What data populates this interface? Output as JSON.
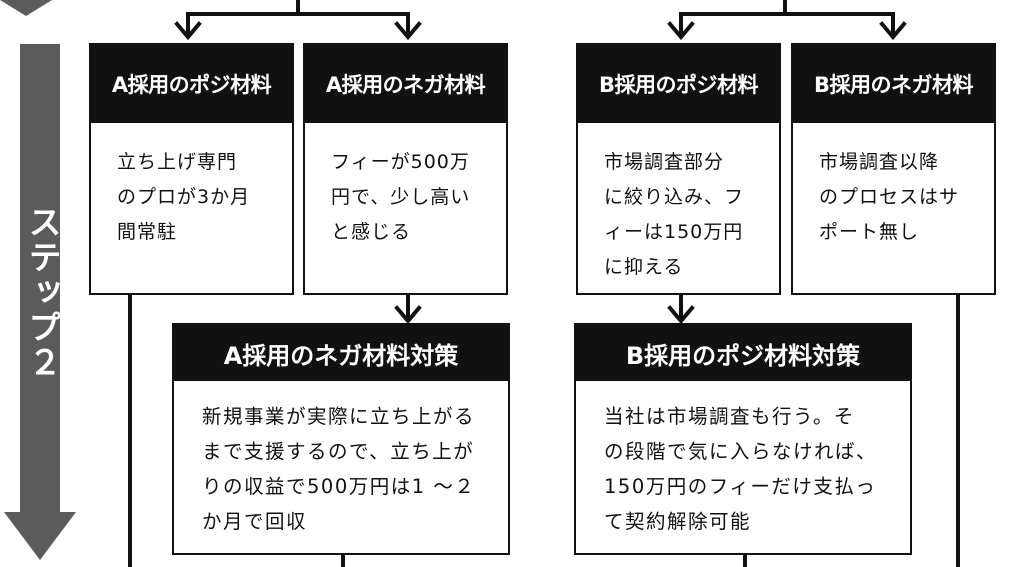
{
  "step": {
    "label": "ステップ２"
  },
  "colors": {
    "band": "#5b5b5b",
    "line": "#111111",
    "header": "#111111"
  },
  "materials": [
    {
      "id": "a-pos",
      "title": "A採用のポジ材料",
      "lines": [
        "立ち上げ専門",
        "のプロが3か月",
        "間常駐"
      ]
    },
    {
      "id": "a-neg",
      "title": "A採用のネガ材料",
      "lines": [
        "フィーが500万",
        "円で、少し高い",
        "と感じる"
      ]
    },
    {
      "id": "b-pos",
      "title": "B採用のポジ材料",
      "lines": [
        "市場調査部分",
        "に絞り込み、フ",
        "ィーは150万円",
        "に抑える"
      ]
    },
    {
      "id": "b-neg",
      "title": "B採用のネガ材料",
      "lines": [
        "市場調査以降",
        "のプロセスはサ",
        "ポート無し"
      ]
    }
  ],
  "countermeasures": [
    {
      "id": "a-neg-cm",
      "title": "A採用のネガ材料対策",
      "lines": [
        "新規事業が実際に立ち上がる",
        "まで支援するので、立ち上が",
        "りの収益で500万円は1 ～２",
        "か月で回収"
      ]
    },
    {
      "id": "b-pos-cm",
      "title": "B採用のポジ材料対策",
      "lines": [
        "当社は市場調査も行う。そ",
        "の段階で気に入らなければ、",
        "150万円のフィーだけ支払っ",
        "て契約解除可能"
      ]
    }
  ]
}
